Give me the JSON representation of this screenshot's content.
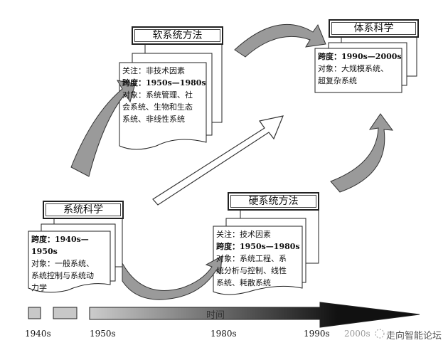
{
  "cards": {
    "soft": {
      "title": "软系统方法",
      "lines": [
        "关注：非技术因素",
        "跨度：1950s—1980s",
        "对象：系统管理、社",
        "会系统、生物和生态",
        "系统、非线性系统"
      ]
    },
    "hard": {
      "title": "硬系统方法",
      "lines": [
        "关注：技术因素",
        "跨度：1950s—1980s",
        "对象：系统工程、系",
        "统分析与控制、线性",
        "系统、耗散系统"
      ]
    },
    "sos": {
      "title": "体系科学",
      "lines": [
        "跨度：1990s—2000s",
        "对象：大规模系统、",
        "超复杂系统"
      ]
    },
    "sys": {
      "title": "系统科学",
      "lines": [
        "跨度：1940s—1950s",
        "对象：一般系统、",
        "系统控制与系统动",
        "力学"
      ]
    }
  },
  "timeline": {
    "label": "时间",
    "ticks": [
      "1940s",
      "1950s",
      "1980s",
      "1990s",
      "2000s"
    ]
  },
  "watermark": "走向智能论坛"
}
